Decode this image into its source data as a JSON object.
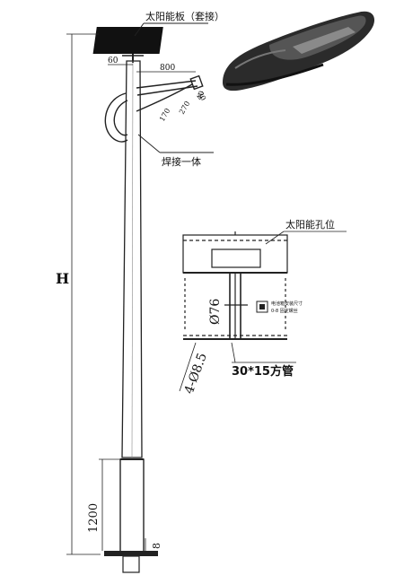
{
  "labels": {
    "solar_panel": "太阳能板（套接）",
    "weld": "焊接一体",
    "solar_hole": "太阳能孔位",
    "tube_spec": "30*15方管",
    "pole_height": "H",
    "base_height": "1200",
    "base_bottom": "8",
    "pipe_dia": "Ø76",
    "bolt_holes": "4-Ø8.5",
    "dim_60": "60",
    "dim_800": "800",
    "dim_30": "30",
    "dim_40": "40",
    "dim_270": "270",
    "dim_170": "170",
    "tag_line1": "电池箱安装尺寸",
    "tag_line2": "0-8 固定螺丝"
  },
  "colors": {
    "line": "#222222",
    "lamp_body": "#2b2b2b",
    "lamp_highlight": "#6a6a6a",
    "panel": "#111111"
  },
  "icons": {
    "lamp": "led-street-lamp-head"
  }
}
